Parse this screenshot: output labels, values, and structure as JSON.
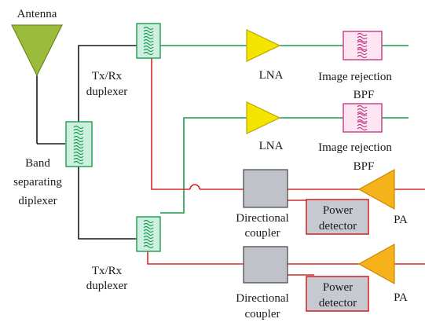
{
  "colors": {
    "wire_black": "#1a1a1a",
    "wire_green": "#1a9e4a",
    "wire_red": "#d42a2a",
    "antenna_fill": "#9bbb3c",
    "duplexer_fill": "#cdeee0",
    "duplexer_stroke": "#1a9e4a",
    "bpf_fill": "#fde6f1",
    "bpf_stroke": "#c23a86",
    "lna_fill": "#f5e400",
    "pa_fill": "#f6b21a",
    "coupler_fill": "#bfc2c9",
    "detector_fill": "#c7c9d0",
    "detector_stroke": "#d42a2a"
  },
  "labels": {
    "antenna": "Antenna",
    "txrx_duplexer_top": [
      "Tx/Rx",
      "duplexer"
    ],
    "band_diplexer": [
      "Band",
      "separating",
      "diplexer"
    ],
    "txrx_duplexer_bottom": [
      "Tx/Rx",
      "duplexer"
    ],
    "lna": "LNA",
    "image_rejection_bpf": [
      "Image rejection",
      "BPF"
    ],
    "directional_coupler": [
      "Directional",
      "coupler"
    ],
    "power_detector": [
      "Power",
      "detector"
    ],
    "pa": "PA"
  }
}
